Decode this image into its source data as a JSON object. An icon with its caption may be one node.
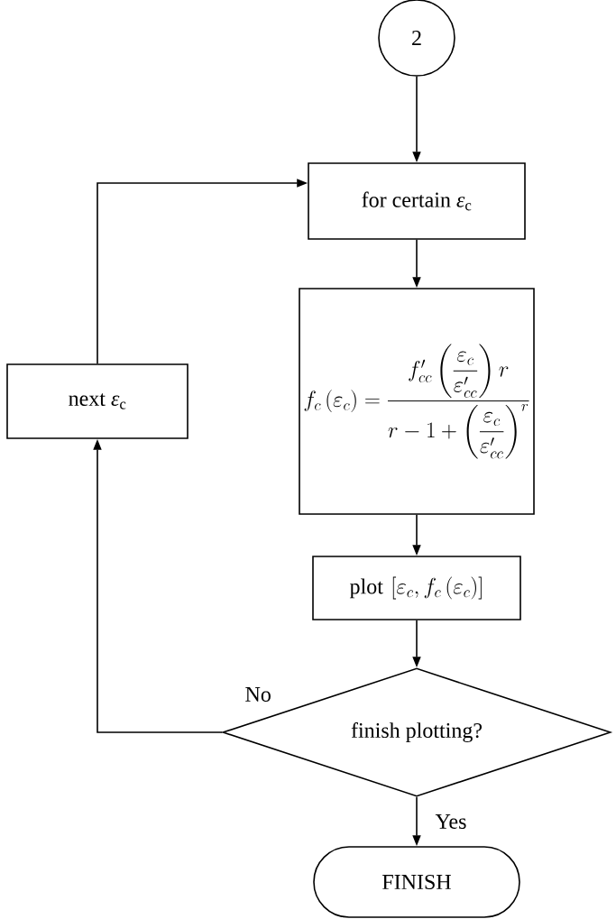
{
  "diagram": {
    "nodes": [
      {
        "text": [
          "2"
        ]
      },
      {
        "text": [
          "for certain *ε*$_{c}$"
        ]
      },
      {
        "text": [
          "f_c\\left(\\varepsilon_c\\right)=\\frac{f'_{cc}\\left(\\dfrac{\\varepsilon_c}{\\varepsilon'_{cc}}\\right)r}{r-1+\\left(\\dfrac{\\varepsilon_c}{\\varepsilon'_{cc}}\\right)^{r}}"
        ]
      },
      {
        "text": [
          "\\mathrm{plot}\\,\\left[\\varepsilon_c,f_c\\left(\\varepsilon_c\\right)\\right]"
        ]
      },
      {
        "text": [
          "finish plotting?"
        ]
      },
      {
        "text": [
          "FINISH"
        ]
      },
      {
        "text": [
          "next *ε*$_{c}$"
        ]
      }
    ],
    "edges": [
      {
        "from": 0,
        "to": 1,
        "arrow": "to"
      },
      {
        "from": 1,
        "to": 2,
        "arrow": "to"
      },
      {
        "from": 2,
        "to": 3,
        "arrow": "to"
      },
      {
        "from": 3,
        "to": 4,
        "arrow": "to"
      },
      {
        "from": 4,
        "to": 5,
        "arrow": "to",
        "label": "Yes"
      },
      {
        "from": 4,
        "to": 6,
        "arrow": "to",
        "label": "No"
      },
      {
        "from": 6,
        "to": 1,
        "arrow": "to"
      }
    ]
  }
}
